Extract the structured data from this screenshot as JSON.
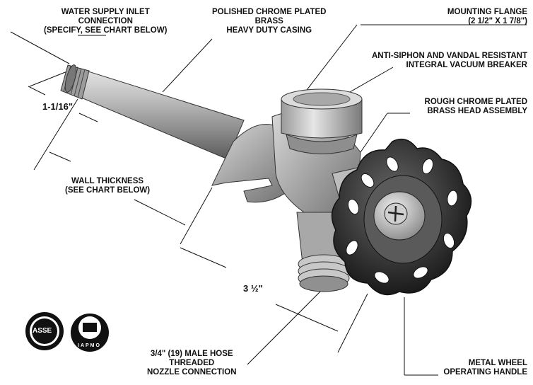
{
  "labels": {
    "inlet": [
      "WATER SUPPLY INLET",
      "CONNECTION",
      "(SPECIFY, SEE CHART BELOW)"
    ],
    "casing": [
      "POLISHED CHROME PLATED",
      "BRASS",
      "HEAVY DUTY CASING"
    ],
    "flange": [
      "MOUNTING FLANGE",
      "(2 1/2\" x 1 7/8\")"
    ],
    "vacuum": [
      "ANTI-SIPHON AND VANDAL RESISTANT",
      "INTEGRAL VACUUM BREAKER"
    ],
    "head": [
      "ROUGH CHROME PLATED",
      "BRASS HEAD ASSEMBLY"
    ],
    "wall": [
      "WALL THICKNESS",
      "(SEE CHART BELOW)"
    ],
    "nozzle": [
      "3/4\" (19) MALE HOSE",
      "THREADED",
      "NOZZLE CONNECTION"
    ],
    "wheel": [
      "METAL WHEEL",
      "OPERATING HANDLE"
    ]
  },
  "dimensions": {
    "diameter": "1-1/16\"",
    "length": "3 ½\""
  },
  "logos": {
    "left": "ASSE",
    "right_top": "IAPMO"
  }
}
